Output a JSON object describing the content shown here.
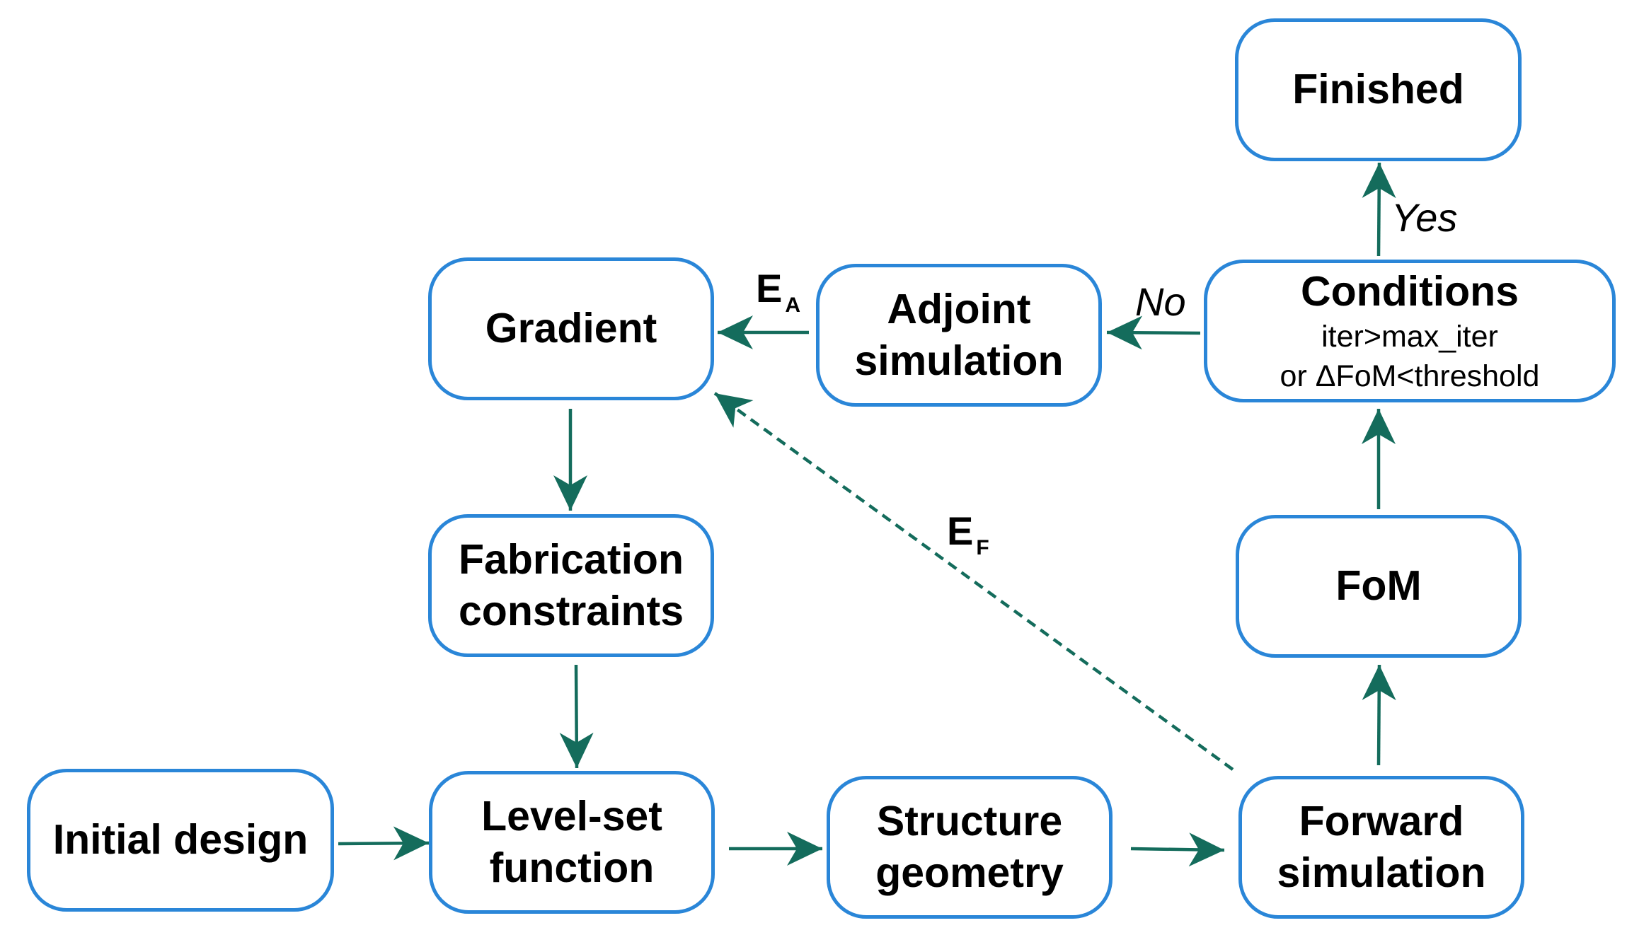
{
  "colors": {
    "box_border": "#2a86d8",
    "arrow": "#146c5c",
    "text": "#000000"
  },
  "nodes": {
    "finished": {
      "label": "Finished"
    },
    "conditions": {
      "label": "Conditions",
      "detail": "iter>max_iter\nor ΔFoM<threshold"
    },
    "adjoint_simulation": {
      "label": "Adjoint\nsimulation"
    },
    "gradient": {
      "label": "Gradient"
    },
    "fabrication_constraints": {
      "label": "Fabrication\nconstraints"
    },
    "fom": {
      "label": "FoM"
    },
    "initial_design": {
      "label": "Initial design"
    },
    "level_set_function": {
      "label": "Level-set\nfunction"
    },
    "structure_geometry": {
      "label": "Structure\ngeometry"
    },
    "forward_simulation": {
      "label": "Forward\nsimulation"
    }
  },
  "edges": {
    "yes": {
      "label": "Yes"
    },
    "no": {
      "label": "No"
    },
    "ea": {
      "label": "E",
      "subscript": "A"
    },
    "ef": {
      "label": "E",
      "subscript": "F",
      "style": "dashed"
    }
  }
}
